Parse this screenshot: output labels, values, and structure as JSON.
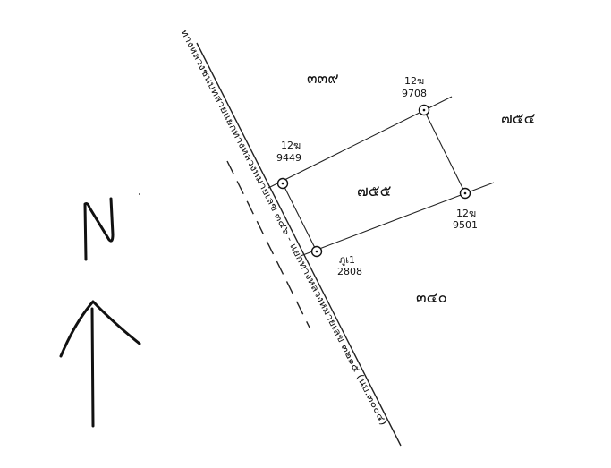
{
  "north": {
    "label": "N"
  },
  "parcels": {
    "subject": "๗๕๕",
    "north": "๓๓๙",
    "east": "๗๕๔",
    "south": "๓๔๐"
  },
  "markers": [
    {
      "code": "12ฆ",
      "number": "9449"
    },
    {
      "code": "12ฆ",
      "number": "9708"
    },
    {
      "code": "12ฆ",
      "number": "9501"
    },
    {
      "code": "ภูเ1",
      "number": "2808"
    }
  ],
  "road": {
    "label": "ทางหลวงชนบทสายแยกทางหลวงหมายเลข ๓๔๖ - แยกทางหลวงหมายเลข ๓๒๑๕ (นบ.๓๐๐๔)"
  },
  "colors": {
    "ink": "#111111",
    "background": "#ffffff"
  }
}
